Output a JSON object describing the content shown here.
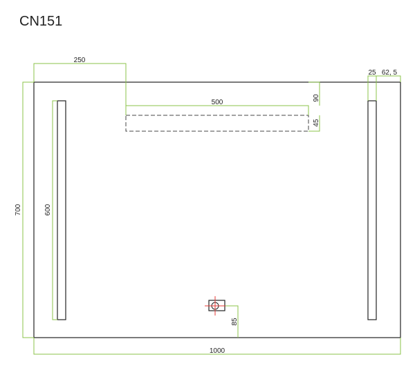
{
  "title": "CN151",
  "dimensions": {
    "total_width": "1000",
    "total_height": "700",
    "left_offset": "250",
    "shelf_width": "500",
    "top_gap": "90",
    "shelf_height": "45",
    "strip_width": "25",
    "strip_offset": "62, 5",
    "strip_length": "600",
    "switch_offset": "85"
  },
  "colors": {
    "outline": "#222222",
    "dimension_line": "#8bc34a",
    "dashed_shelf": "#444444",
    "switch_cross": "#e53935"
  }
}
